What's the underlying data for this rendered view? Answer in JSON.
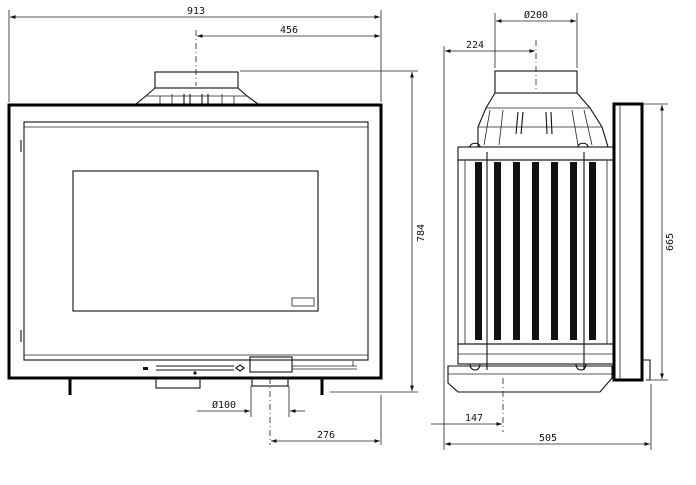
{
  "dimensions": {
    "total_width": "913",
    "half_width": "456",
    "total_height": "784",
    "outlet_diameter_front": "Ø100",
    "outlet_offset": "276",
    "collar_diameter": "Ø200",
    "collar_offset": "224",
    "body_height": "665",
    "base_offset": "147",
    "total_depth": "505"
  }
}
